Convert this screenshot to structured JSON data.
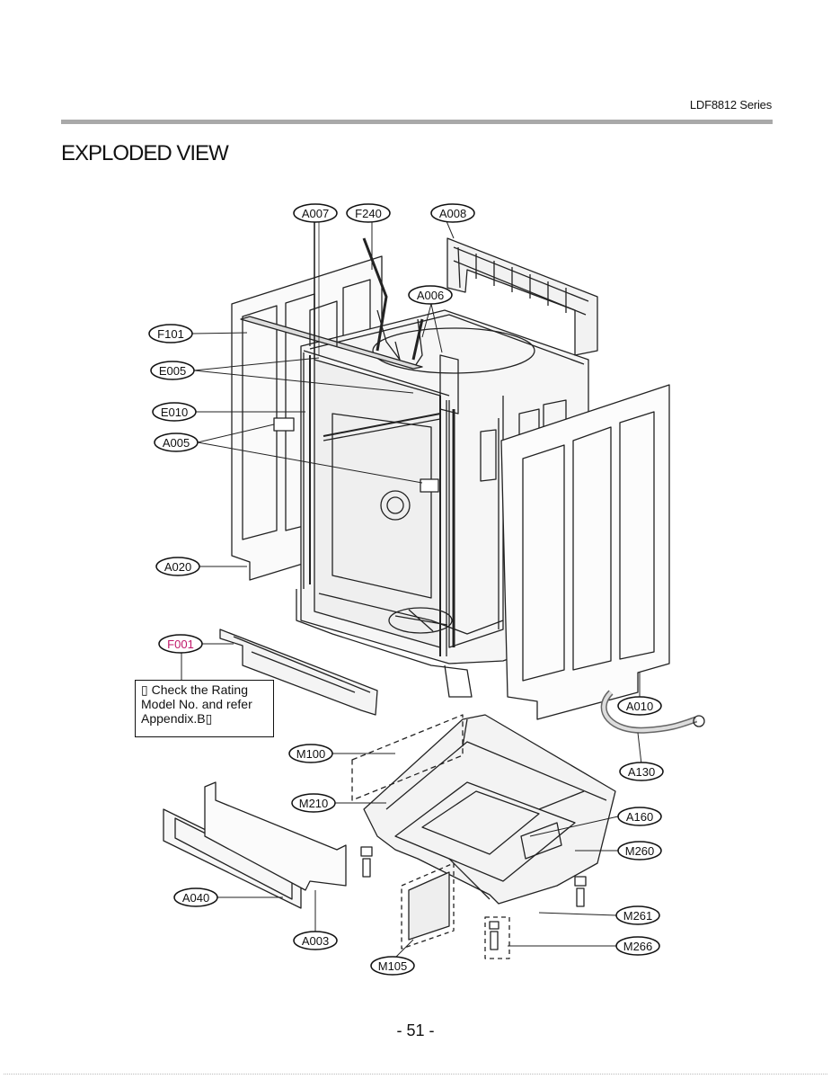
{
  "header": {
    "series": "LDF8812 Series",
    "title": "EXPLODED VIEW"
  },
  "footer": {
    "page": "- 51 -"
  },
  "callouts": [
    {
      "id": "a007",
      "text": "A007"
    },
    {
      "id": "f240",
      "text": "F240"
    },
    {
      "id": "a008",
      "text": "A008"
    },
    {
      "id": "a006",
      "text": "A006"
    },
    {
      "id": "f101",
      "text": "F101"
    },
    {
      "id": "e005",
      "text": "E005"
    },
    {
      "id": "e010",
      "text": "E010"
    },
    {
      "id": "a005",
      "text": "A005"
    },
    {
      "id": "a020",
      "text": "A020"
    },
    {
      "id": "f001",
      "text": "F001",
      "color": "#c0186a"
    },
    {
      "id": "a010",
      "text": "A010"
    },
    {
      "id": "m100",
      "text": "M100"
    },
    {
      "id": "a130",
      "text": "A130"
    },
    {
      "id": "m210",
      "text": "M210"
    },
    {
      "id": "a160",
      "text": "A160"
    },
    {
      "id": "m260",
      "text": "M260"
    },
    {
      "id": "a040",
      "text": "A040"
    },
    {
      "id": "m261",
      "text": "M261"
    },
    {
      "id": "a003",
      "text": "A003"
    },
    {
      "id": "m266",
      "text": "M266"
    },
    {
      "id": "m105",
      "text": "M105"
    }
  ],
  "note": {
    "lines": [
      "▯ Check the Rating",
      "Model No. and refer",
      "Appendix.B▯"
    ]
  }
}
